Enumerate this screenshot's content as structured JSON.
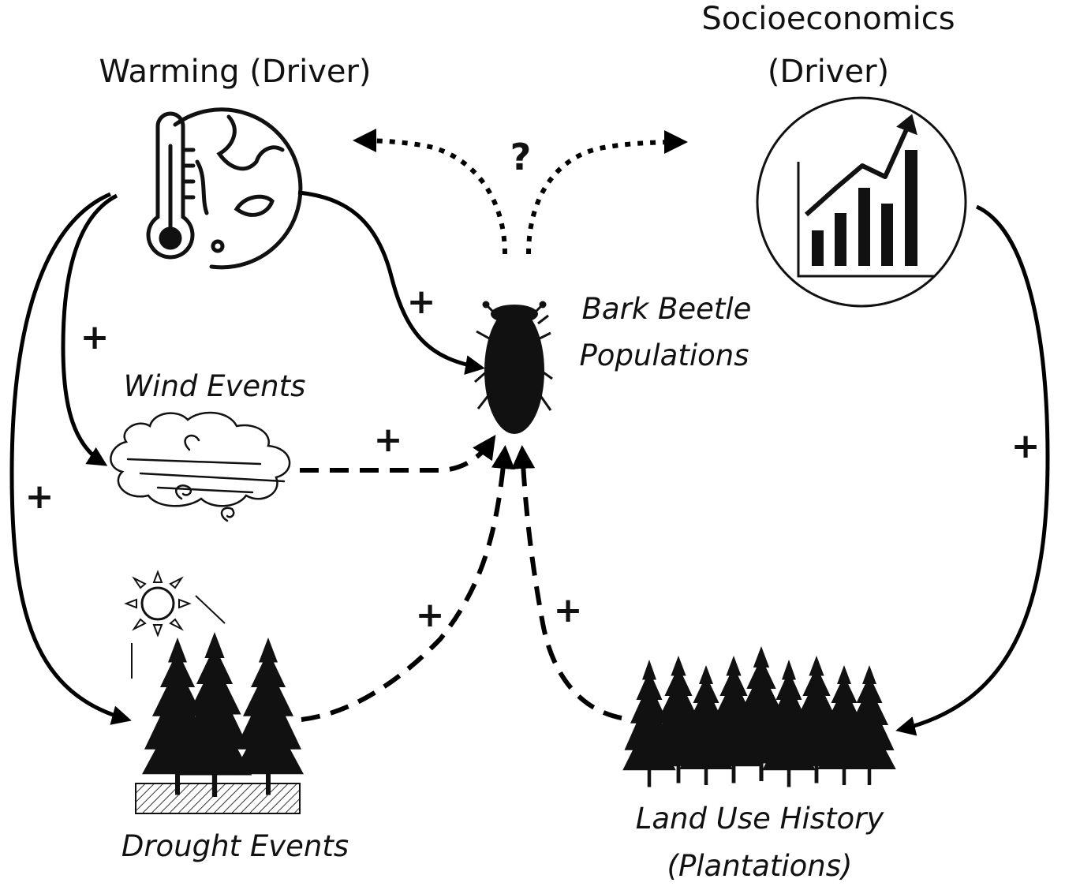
{
  "drivers": {
    "warming": {
      "label": "Warming (Driver)"
    },
    "socioeconomics": {
      "label_line1": "Socioeconomics",
      "label_line2": "(Driver)"
    }
  },
  "nodes": {
    "bark_beetle": {
      "line1": "Bark Beetle",
      "line2": "Populations"
    },
    "wind": {
      "label": "Wind Events"
    },
    "drought": {
      "label": "Drought Events"
    },
    "land_use": {
      "line1": "Land Use History",
      "line2": "(Plantations)"
    }
  },
  "links": {
    "warming_to_beetle": "+",
    "warming_to_wind": "+",
    "warming_to_drought": "+",
    "wind_to_beetle": "+",
    "drought_to_beetle": "+",
    "landuse_to_beetle": "+",
    "socio_to_landuse": "+",
    "drivers_interaction": "?"
  },
  "icons": {
    "warming": "thermometer-globe-icon",
    "socioeconomics": "bar-chart-trend-icon",
    "beetle": "bark-beetle-icon",
    "wind": "wind-cloud-icon",
    "drought": "sun-trees-icon",
    "land_use": "plantation-trees-icon"
  }
}
